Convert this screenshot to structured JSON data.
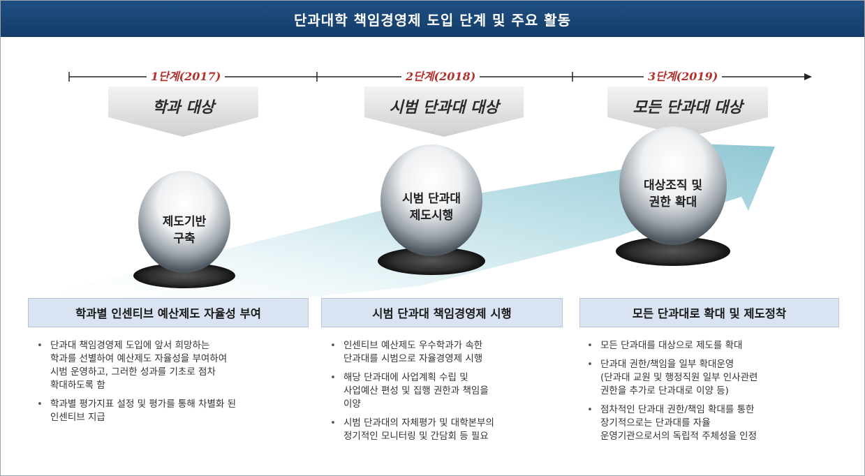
{
  "title": "단과대학 책임경영제 도입 단계 및 주요 활동",
  "stages": [
    {
      "num": "1",
      "label": "단계",
      "year": "(2017)",
      "target": "학과 대상",
      "sphere_line1": "제도기반",
      "sphere_line2": "구축",
      "activity": "학과별 인센티브 예산제도 자율성 부여",
      "bullets": [
        "단과대 책임경영제 도입에 앞서 희망하는\n학과를 선별하여 예산제도 자율성을 부여하여\n시범 운영하고, 그러한 성과를 기초로 점차\n확대하도록 함",
        "학과별 평가지표 설정 및 평가를 통해 차별화 된\n인센티브 지급"
      ]
    },
    {
      "num": "2",
      "label": "단계",
      "year": "(2018)",
      "target": "시범 단과대 대상",
      "sphere_line1": "시범 단과대",
      "sphere_line2": "제도시행",
      "activity": "시범 단과대 책임경영제 시행",
      "bullets": [
        "인센티브 예산제도 우수학과가 속한\n단과대를 시범으로 자율경영제 시행",
        "해당 단과대에 사업계획 수립 및\n사업예산 편성 및 집행 권한과 책임을\n이양",
        "시범 단과대의 자체평가 및 대학본부의\n정기적인  모니터링 및 간담회 등 필요"
      ]
    },
    {
      "num": "3",
      "label": "단계",
      "year": "(2019)",
      "target": "모든 단과대 대상",
      "sphere_line1": "대상조직 및",
      "sphere_line2": "권한 확대",
      "activity": "모든 단과대로 확대 및 제도정착",
      "bullets": [
        "모든 단과대를 대상으로 제도를 확대",
        "단과대 권한/책임을 일부 확대운영\n(단과대 교원 및 행정직원 일부 인사관련\n권한을 추가로 단과대로 이양 등)",
        "점차적인 단과대 권한/책임 확대를 통한\n장기적으로는 단과대를 자율\n운영기관으로서의 독립적 주체성을 인정"
      ]
    }
  ],
  "colors": {
    "title_bg": "#1a4677",
    "stage_label": "#b3322e",
    "activity_box": "#d9e3f2",
    "growth_arrow": "#a9d5df"
  },
  "icons": [
    "timeline-arrow-icon",
    "down-arrow-icon",
    "sphere-icon"
  ]
}
